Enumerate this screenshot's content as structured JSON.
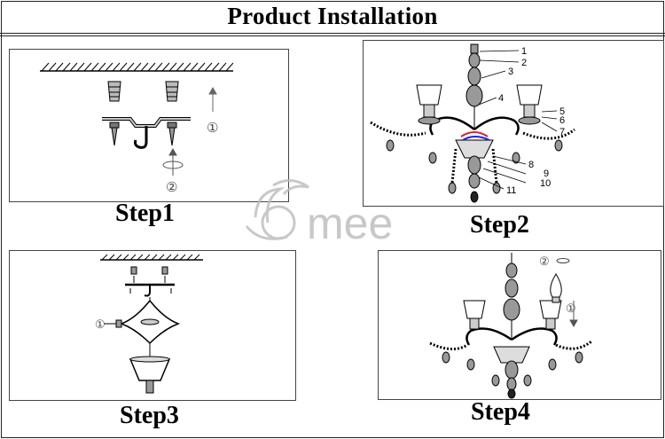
{
  "header": {
    "title": "Product Installation"
  },
  "steps": [
    {
      "label": "Step1",
      "callouts": [
        "①",
        "②"
      ]
    },
    {
      "label": "Step2",
      "callouts": [
        "1",
        "2",
        "3",
        "4",
        "5",
        "6",
        "7",
        "8",
        "9",
        "10",
        "11"
      ]
    },
    {
      "label": "Step3",
      "callouts": [
        "①"
      ]
    },
    {
      "label": "Step4",
      "callouts": [
        "②",
        "①"
      ]
    }
  ],
  "watermark": {
    "text": "mee"
  }
}
